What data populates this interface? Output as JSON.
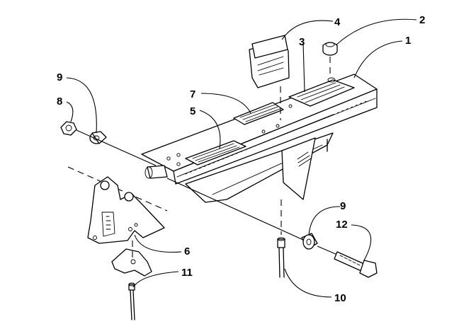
{
  "callouts": [
    {
      "id": "c1",
      "text": "1"
    },
    {
      "id": "c2",
      "text": "2"
    },
    {
      "id": "c3",
      "text": "3"
    },
    {
      "id": "c4",
      "text": "4"
    },
    {
      "id": "c5",
      "text": "5"
    },
    {
      "id": "c6",
      "text": "6"
    },
    {
      "id": "c7",
      "text": "7"
    },
    {
      "id": "c8",
      "text": "8"
    },
    {
      "id": "c9a",
      "text": "9"
    },
    {
      "id": "c9b",
      "text": "9"
    },
    {
      "id": "c10",
      "text": "10"
    },
    {
      "id": "c11",
      "text": "11"
    },
    {
      "id": "c12",
      "text": "12"
    }
  ]
}
